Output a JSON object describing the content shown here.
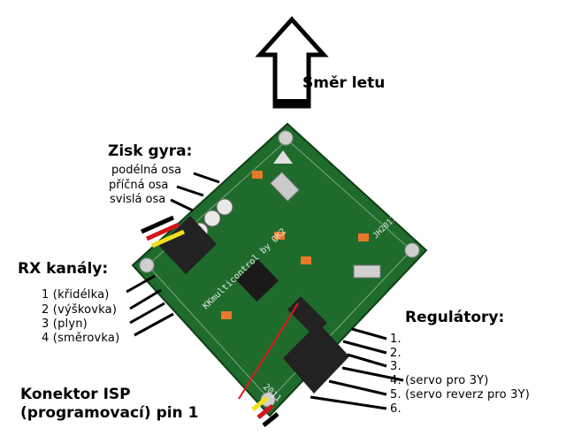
{
  "direction": {
    "label": "Směr letu"
  },
  "gyro_gain": {
    "title": "Zisk gyra:",
    "axes": [
      "podélná osa",
      "příčná osa",
      "svislá osa"
    ]
  },
  "rx_channels": {
    "title": "RX kanály:",
    "items": [
      "1 (křidélka)",
      "2 (výškovka)",
      "3 (plyn)",
      "4 (směrovka)"
    ]
  },
  "regulators": {
    "title": "Regulátory:",
    "items": [
      "1.",
      "2.",
      "3.",
      "4. (servo pro 3Y)",
      "5. (servo reverz pro 3Y)",
      "6."
    ]
  },
  "isp": {
    "line1": "Konektor ISP",
    "line2": "(programovací) pin 1"
  },
  "board": {
    "silkscreen_main": "KKmulticontrol by OK2",
    "silkscreen_year": "2011",
    "silkscreen_id": "JH2011"
  },
  "colors": {
    "pcb": "#1f6b2c",
    "pcb_dark": "#15501f",
    "header": "#222222",
    "pot": "#e8e8e8",
    "cap_orange": "#e8782a",
    "wire_red": "#d4151b",
    "wire_yellow": "#f2e11b"
  }
}
